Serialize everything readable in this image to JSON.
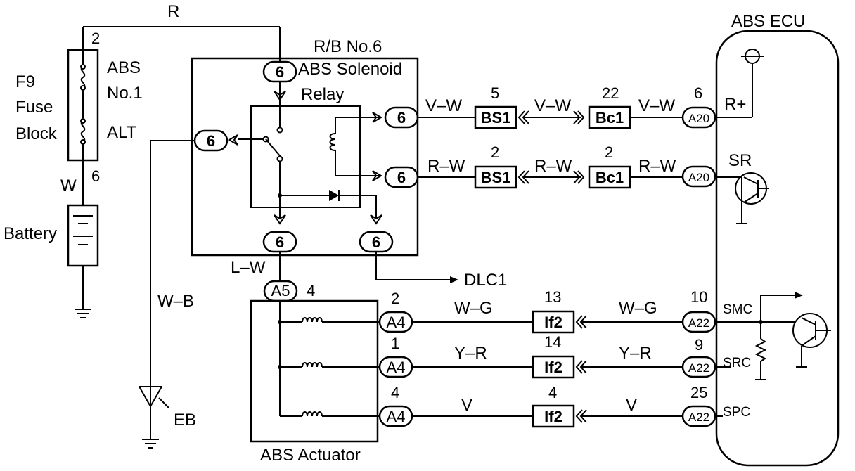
{
  "fuse_block": {
    "title_line1": "F9",
    "title_line2": "Fuse",
    "title_line3": "Block",
    "fuse1_line1": "ABS",
    "fuse1_line2": "No.1",
    "fuse2": "ALT",
    "pin_top": "2",
    "pin_bottom": "6"
  },
  "battery": {
    "label": "Battery"
  },
  "wires": {
    "top_r": "R",
    "w_battery": "W",
    "w_b": "W–B",
    "l_w": "L–W",
    "r_plus_1": "V–W",
    "r_plus_2": "V–W",
    "r_plus_3": "V–W",
    "sr_1": "R–W",
    "sr_2": "R–W",
    "sr_3": "R–W",
    "smc_1": "W–G",
    "smc_2": "W–G",
    "src_1": "Y–R",
    "src_2": "Y–R",
    "spc_1": "V",
    "spc_2": "V"
  },
  "relay_block": {
    "title": "R/B No.6",
    "relay_label_1": "ABS Solenoid",
    "relay_label_2": "Relay",
    "conn": "6"
  },
  "ground": {
    "eb": "EB"
  },
  "dlc": {
    "label": "DLC1"
  },
  "ecu": {
    "title": "ABS ECU",
    "r_plus": "R+",
    "sr": "SR",
    "smc": "SMC",
    "src": "SRC",
    "spc": "SPC"
  },
  "connectors": {
    "bs1": "BS1",
    "bc1": "Bc1",
    "a20": "A20",
    "a22": "A22",
    "a4": "A4",
    "a5": "A5",
    "if2": "If2"
  },
  "pins": {
    "bs1_top": "5",
    "bc1_top": "22",
    "a20_top": "6",
    "bs1_mid": "2",
    "bc1_mid": "2",
    "a5": "4",
    "a4_1": "2",
    "a4_2": "1",
    "a4_3": "4",
    "if2_1": "13",
    "if2_2": "14",
    "if2_3": "4",
    "a22_1": "10",
    "a22_2": "9",
    "a22_3": "25"
  },
  "actuator": {
    "label": "ABS Actuator"
  }
}
